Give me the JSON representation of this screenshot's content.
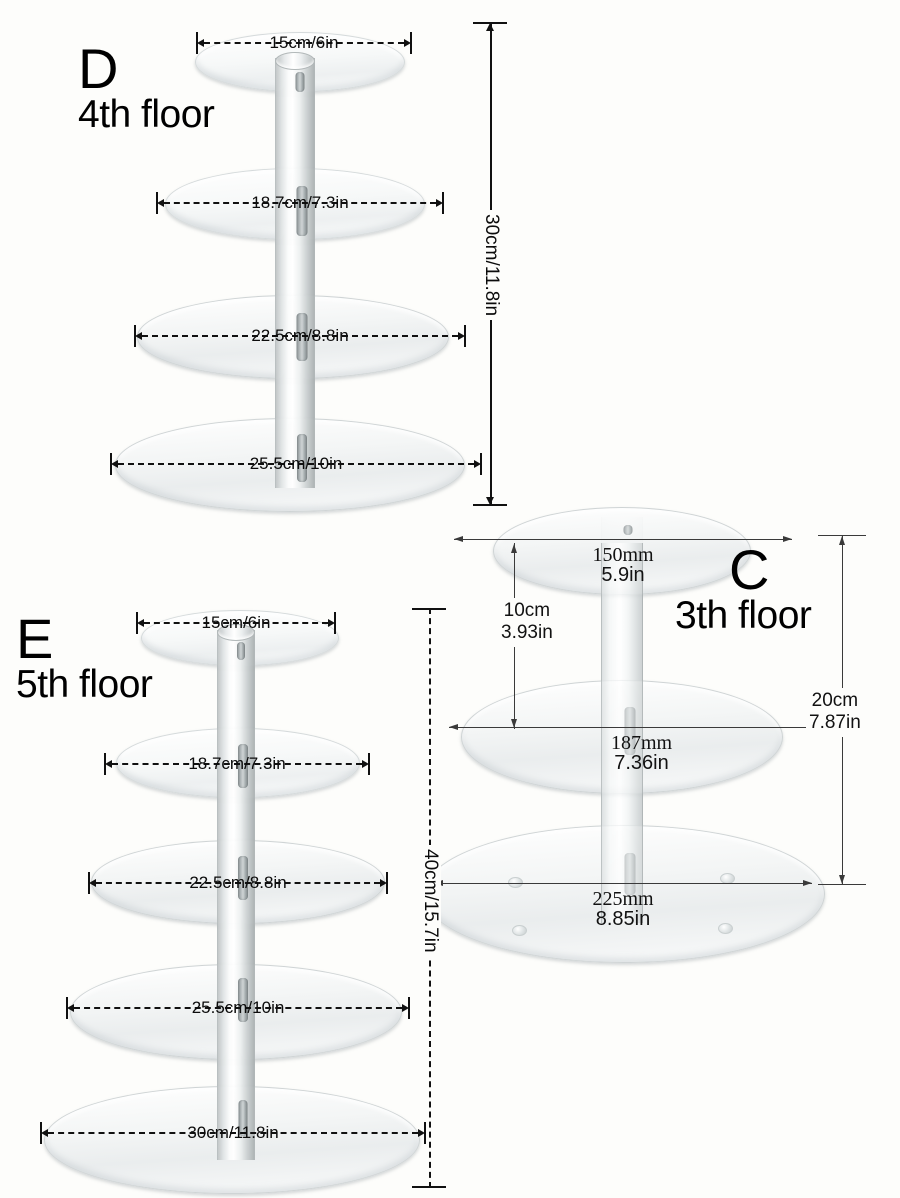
{
  "figure": {
    "type": "product-dimension-diagram",
    "subject": "Tiered acrylic cupcake / dessert display stands",
    "background_color": "#fdfdfb",
    "annotation_color": "#111111",
    "plate_color": "#f2f4f4",
    "post_color": "#dfe3e4"
  },
  "stands": [
    {
      "id": "D",
      "letter": "D",
      "floor_label": "4th floor",
      "tier_count": 4,
      "height_label": "30cm/11.8in",
      "height_label_orientation": "vertical",
      "tiers": [
        {
          "index": 1,
          "label": "15cm/6in"
        },
        {
          "index": 2,
          "label": "18.7cm/7.3in"
        },
        {
          "index": 3,
          "label": "22.5cm/8.8in"
        },
        {
          "index": 4,
          "label": "25.5cm/10in"
        }
      ]
    },
    {
      "id": "C",
      "letter": "C",
      "floor_label": "3th floor",
      "tier_count": 3,
      "height_label_mm": "20cm",
      "height_label_in": "7.87in",
      "gap_label_mm": "10cm",
      "gap_label_in": "3.93in",
      "tiers": [
        {
          "index": 1,
          "label_mm": "150mm",
          "label_in": "5.9in"
        },
        {
          "index": 2,
          "label_mm": "187mm",
          "label_in": "7.36in"
        },
        {
          "index": 3,
          "label_mm": "225mm",
          "label_in": "8.85in"
        }
      ]
    },
    {
      "id": "E",
      "letter": "E",
      "floor_label": "5th floor",
      "tier_count": 5,
      "height_label": "40cm/15.7in",
      "height_label_orientation": "vertical",
      "tiers": [
        {
          "index": 1,
          "label": "15cm/6in"
        },
        {
          "index": 2,
          "label": "18.7cm/7.3in"
        },
        {
          "index": 3,
          "label": "22.5cm/8.8in"
        },
        {
          "index": 4,
          "label": "25.5cm/10in"
        },
        {
          "index": 5,
          "label": "30cm/11.8in"
        }
      ]
    }
  ]
}
